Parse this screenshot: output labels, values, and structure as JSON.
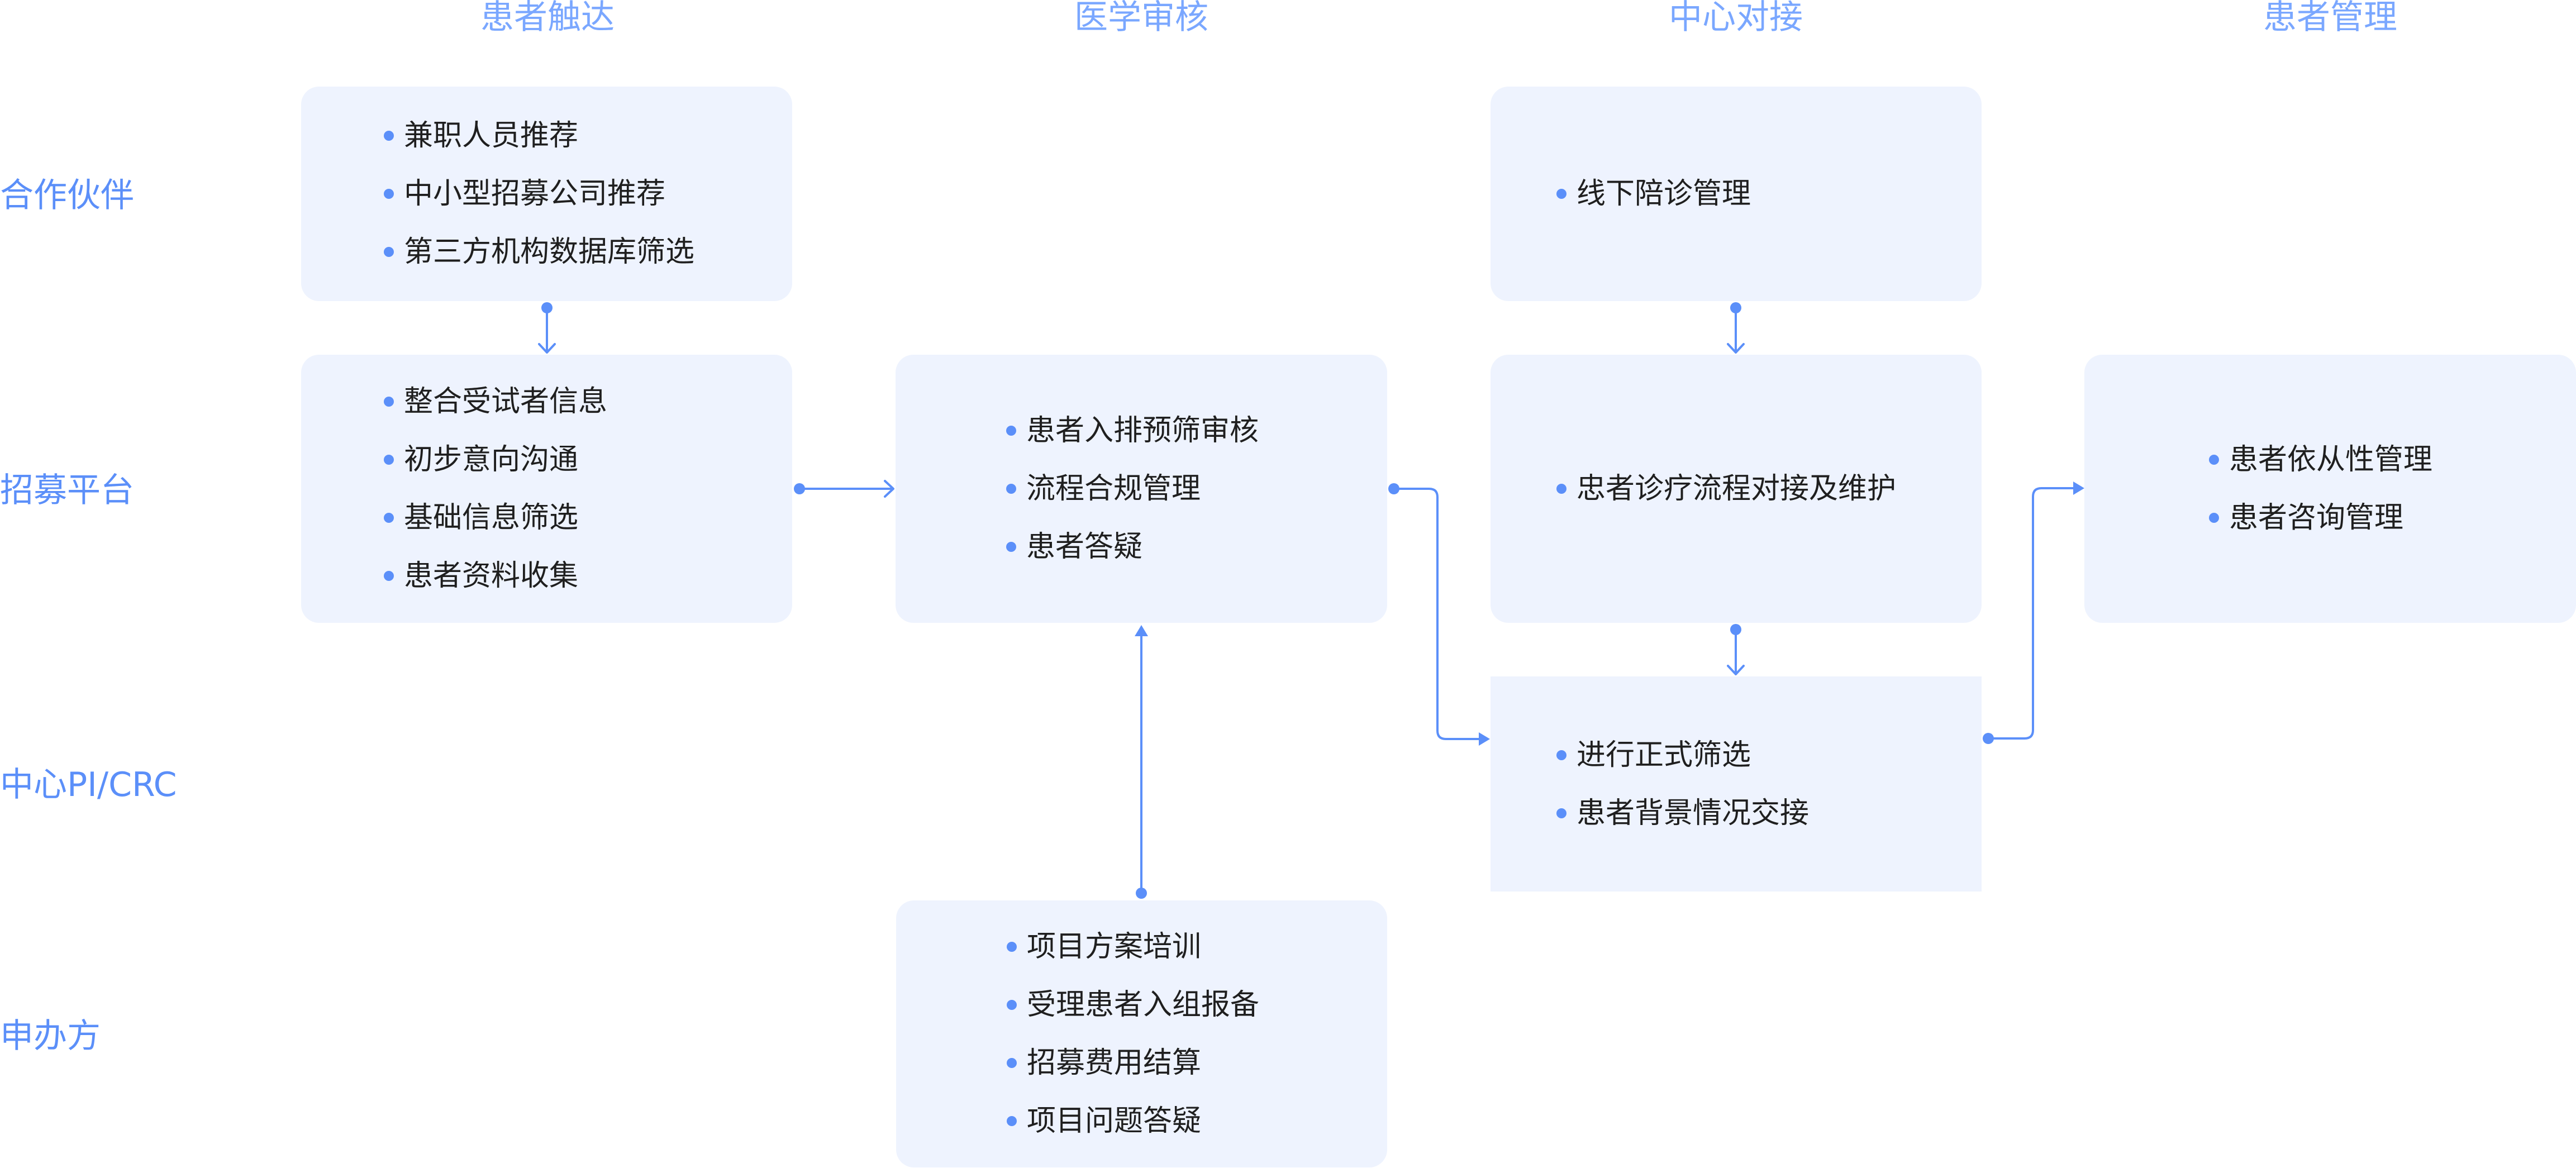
{
  "columns": [
    {
      "id": "reach",
      "label": "患者触达"
    },
    {
      "id": "review",
      "label": "医学审核"
    },
    {
      "id": "site",
      "label": "中心对接"
    },
    {
      "id": "manage",
      "label": "患者管理"
    }
  ],
  "rows": [
    {
      "id": "partner",
      "label": "合作伙伴"
    },
    {
      "id": "platform",
      "label": "招募平台"
    },
    {
      "id": "pi",
      "label": "中心PI/CRC"
    },
    {
      "id": "sponsor",
      "label": "申办方"
    }
  ],
  "boxes": {
    "partner_reach": {
      "items": [
        "兼职人员推荐",
        "中小型招募公司推荐",
        "第三方机构数据库筛选"
      ]
    },
    "platform_reach": {
      "items": [
        "整合受试者信息",
        "初步意向沟通",
        "基础信息筛选",
        "患者资料收集"
      ]
    },
    "platform_review": {
      "items": [
        "患者入排预筛审核",
        "流程合规管理",
        "患者答疑"
      ]
    },
    "partner_site": {
      "items": [
        "线下陪诊管理"
      ]
    },
    "platform_site": {
      "items": [
        "忠者诊疗流程对接及维护"
      ]
    },
    "pi_site": {
      "items": [
        "进行正式筛选",
        "患者背景情况交接"
      ]
    },
    "platform_manage": {
      "items": [
        "患者依从性管理",
        "患者咨询管理"
      ]
    },
    "sponsor_review": {
      "items": [
        "项目方案培训",
        "受理患者入组报备",
        "招募费用结算",
        "项目问题答疑"
      ]
    }
  },
  "connectors": [
    {
      "from": "partner_reach",
      "to": "platform_reach",
      "arrow": "open"
    },
    {
      "from": "platform_reach",
      "to": "platform_review",
      "arrow": "open"
    },
    {
      "from": "platform_review",
      "to": "pi_site",
      "arrow": "filled"
    },
    {
      "from": "sponsor_review",
      "to": "platform_review",
      "arrow": "filled"
    },
    {
      "from": "partner_site",
      "to": "platform_site",
      "arrow": "open"
    },
    {
      "from": "platform_site",
      "to": "pi_site",
      "arrow": "open"
    },
    {
      "from": "pi_site",
      "to": "platform_manage",
      "arrow": "filled"
    }
  ],
  "colors": {
    "header": "#7aa7ff",
    "row_label": "#5b8ff9",
    "accent": "#5b8ff9",
    "box_fill": "#eef3fe",
    "text": "#1f1f1f"
  }
}
